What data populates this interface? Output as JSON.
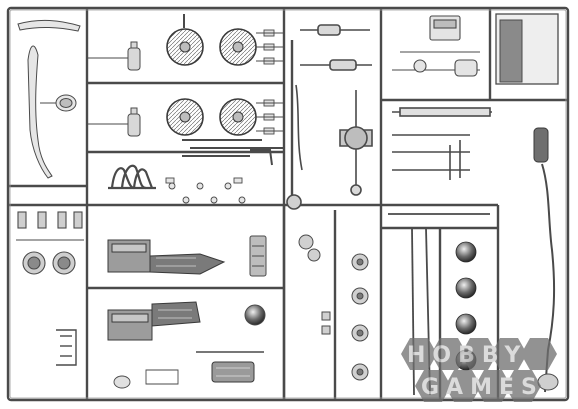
{
  "image": {
    "subject": "plastic-model-kit-sprue",
    "style": "grayscale-line-drawing",
    "background": "#ffffff",
    "line_color": "#4a4a4a",
    "fill_light": "#e6e6e6",
    "fill_mid": "#bdbdbd",
    "fill_dark": "#7a7a7a"
  },
  "watermark": {
    "line1": "HOBBY",
    "line2": "GAMES",
    "color": "#b0b0b0",
    "hex_fill": "#6e6e6e"
  }
}
